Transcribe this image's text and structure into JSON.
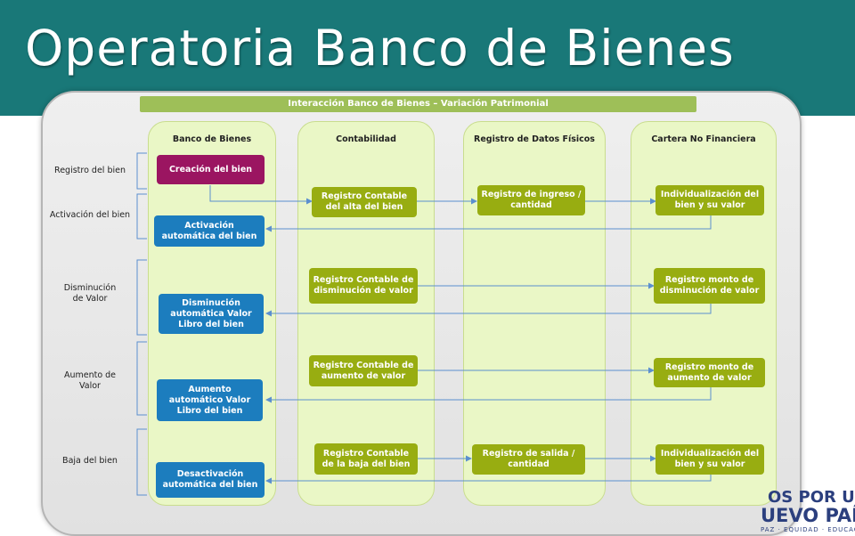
{
  "title": "Operatoria Banco de Bienes",
  "banner": "Interacción Banco de Bienes – Variación Patrimonial",
  "lanes": [
    "Banco de Bienes",
    "Contabilidad",
    "Registro de Datos Físicos",
    "Cartera No Financiera"
  ],
  "rows": [
    "Registro del bien",
    "Activación del bien",
    "Disminución\nde Valor",
    "Aumento de\nValor",
    "Baja del bien"
  ],
  "boxes": {
    "creacion": "Creación del bien",
    "activacion": "Activación automática del bien",
    "disminucion": "Disminución automática Valor Libro del bien",
    "aumento": "Aumento automático Valor Libro del bien",
    "desactivacion": "Desactivación automática del bien",
    "reg_alta": "Registro Contable del alta del bien",
    "reg_dism": "Registro Contable de disminución de valor",
    "reg_aum": "Registro Contable de aumento de valor",
    "reg_baja": "Registro Contable de la baja del bien",
    "reg_ingreso": "Registro de ingreso / cantidad",
    "reg_salida": "Registro de salida / cantidad",
    "indiv_alta": "Individualización del bien y su valor",
    "monto_dism": "Registro monto de disminución de valor",
    "monto_aum": "Registro monto de aumento de valor",
    "indiv_baja": "Individualización del bien y su valor"
  },
  "logo": {
    "line1": "OS POR UN",
    "line2": "UEVO PAÍS",
    "line3": "PAZ · EQUIDAD · EDUCACIÓN"
  },
  "colors": {
    "header": "#197878",
    "magenta": "#9b1561",
    "blue": "#1c7dbe",
    "green": "#98ad11",
    "lane": "#eaf7c6",
    "connector": "#5b8fcf"
  }
}
